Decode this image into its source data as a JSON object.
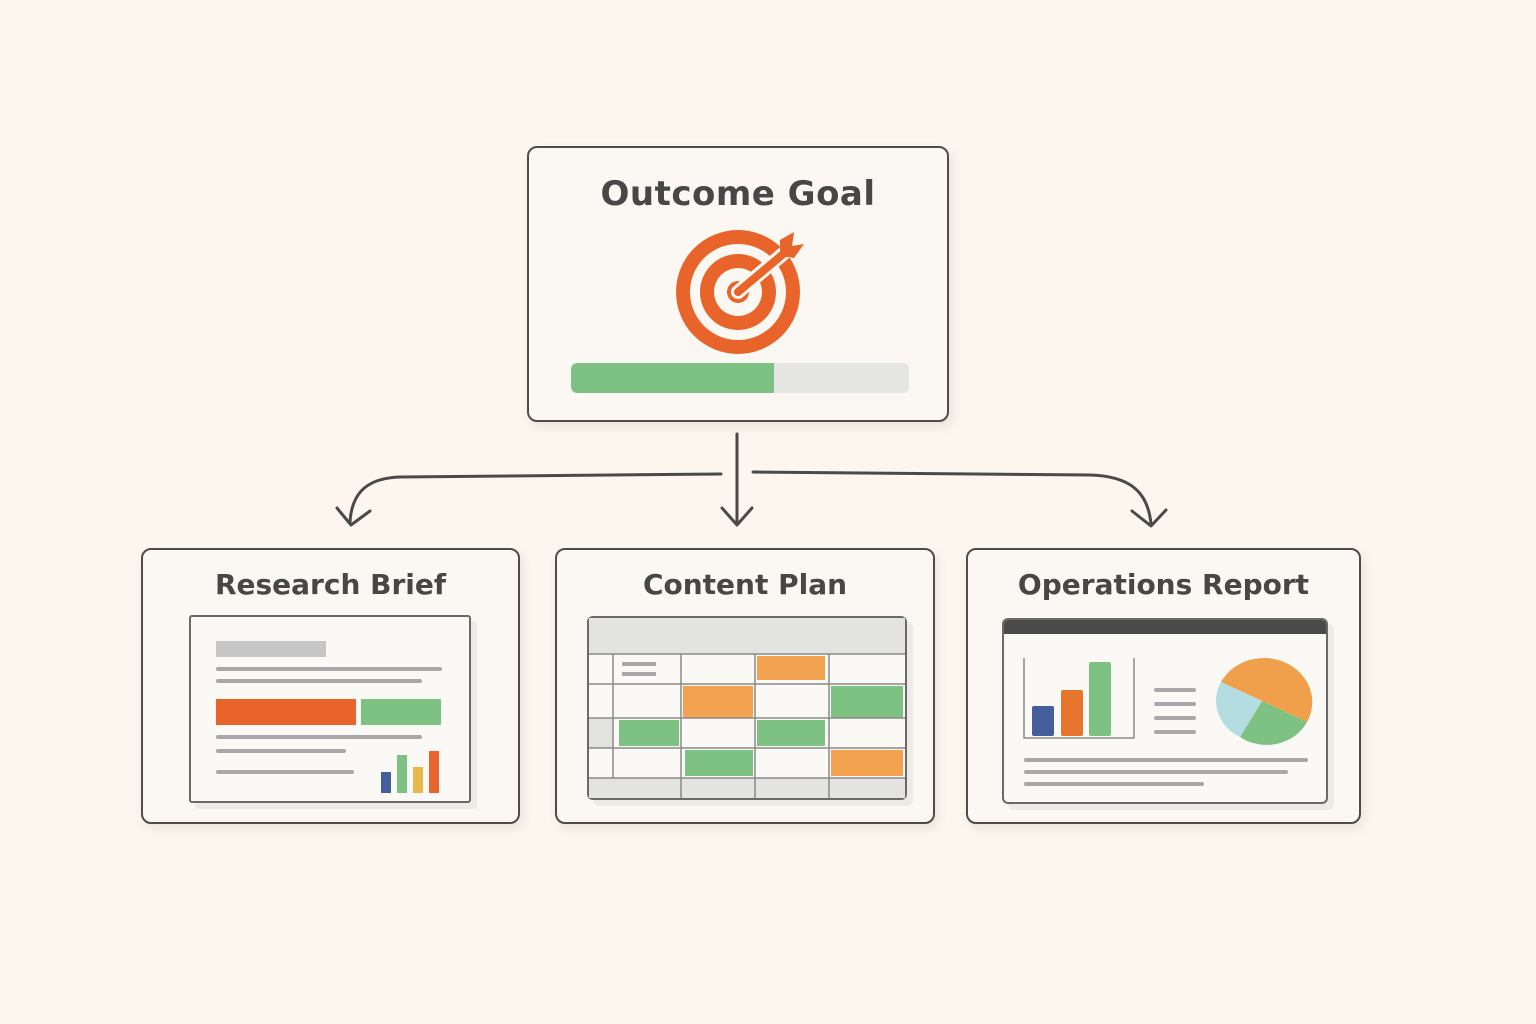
{
  "goal": {
    "title": "Outcome Goal",
    "icon": "target-arrow-icon",
    "progress": 0.6,
    "colors": {
      "target": "#e8642a",
      "progress_fill": "#7dc283",
      "progress_track": "#e5e5e3"
    }
  },
  "outputs": [
    {
      "title": "Research Brief",
      "icon": "document-icon"
    },
    {
      "title": "Content Plan",
      "icon": "calendar-grid-icon"
    },
    {
      "title": "Operations Report",
      "icon": "dashboard-icon"
    }
  ],
  "colors": {
    "background": "#fcf6ef",
    "border": "#4d4d4d",
    "orange": "#e8642a",
    "light_orange": "#f3a350",
    "green": "#7dc283",
    "blue": "#455f9c",
    "yellow": "#e8b84a",
    "light_blue": "#b3dde0",
    "gray": "#a8a8a8"
  }
}
